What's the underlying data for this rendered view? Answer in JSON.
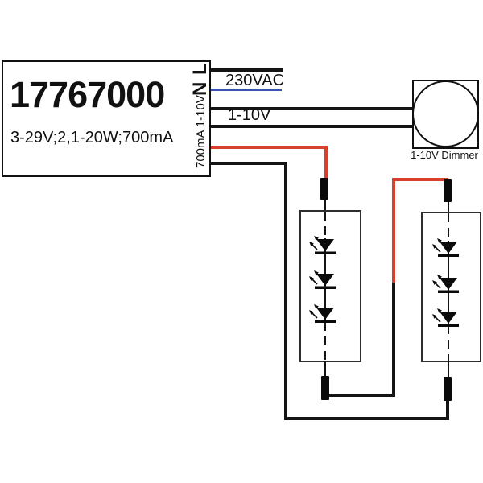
{
  "diagram": {
    "driver": {
      "part_number": "17767000",
      "specs": "3-29V;2,1-20W;700mA",
      "mains_terminals": "N L",
      "output_terminals": "700mA 1-10V"
    },
    "labels": {
      "mains_voltage": "230VAC",
      "control_voltage": "1-10V",
      "dimmer": "1-10V Dimmer"
    },
    "led_modules": {
      "count": 2,
      "leds_per_module": 3,
      "wiring": "series"
    }
  },
  "colors": {
    "wire-black": "#141414",
    "wire-red": "#d8402e",
    "wire-blue": "#3a50b4",
    "driver-border": "#111111",
    "module-border": "#2e2e2e"
  }
}
